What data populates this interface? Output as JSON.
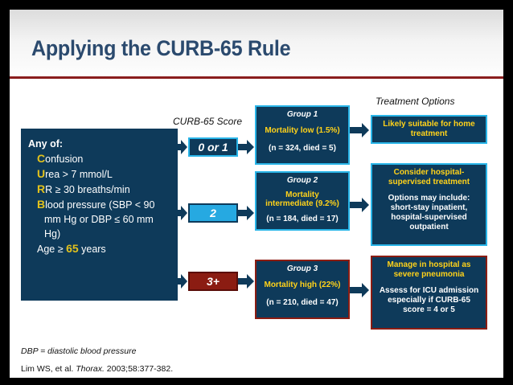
{
  "title": "Applying the CURB-65 Rule",
  "header_score": "CURB-65 Score",
  "header_treatment": "Treatment Options",
  "criteria": {
    "heading": "Any of:",
    "items": [
      {
        "letter": "C",
        "rest": "onfusion"
      },
      {
        "letter": "U",
        "rest": "rea > 7 mmol/L"
      },
      {
        "letter": "R",
        "rest": "R ≥ 30 breaths/min"
      },
      {
        "letter": "B",
        "rest": "lood pressure (SBP < 90"
      }
    ],
    "bp_cont1": "mm Hg or DBP ≤ 60 mm",
    "bp_cont2": "Hg)",
    "age_prefix": "Age ≥ ",
    "age_value": "65",
    "age_suffix": " years"
  },
  "scores": [
    "0 or 1",
    "2",
    "3+"
  ],
  "groups": [
    {
      "title": "Group 1",
      "mortality": "Mortality low (1.5%)",
      "n": "(n = 324, died = 5)"
    },
    {
      "title": "Group 2",
      "mortality_line1": "Mortality",
      "mortality_line2": "intermediate (9.2%)",
      "n": "(n = 184, died = 17)"
    },
    {
      "title": "Group 3",
      "mortality": "Mortality high (22%)",
      "n": "(n = 210, died = 47)"
    }
  ],
  "treatments": [
    {
      "line1": "Likely suitable for home",
      "line2": "treatment"
    },
    {
      "head1": "Consider hospital-",
      "head2": "supervised treatment",
      "body1": "Options may include:",
      "body2": "short-stay inpatient,",
      "body3": "hospital-supervised",
      "body4": "outpatient"
    },
    {
      "head1": "Manage in hospital as",
      "head2": "severe pneumonia",
      "body1": "Assess for ICU admission",
      "body2": "especially if CURB-65",
      "body3": "score = 4 or 5"
    }
  ],
  "footnote": "DBP = diastolic blood pressure",
  "citation_author": "Lim WS, et al. ",
  "citation_journal": "Thorax.",
  "citation_rest": " 2003;58:377-382.",
  "colors": {
    "navy": "#0e3a5a",
    "cyan": "#29b5e8",
    "red": "#8b1c12",
    "yellow": "#ffd21a",
    "title": "#2b4a6e"
  }
}
